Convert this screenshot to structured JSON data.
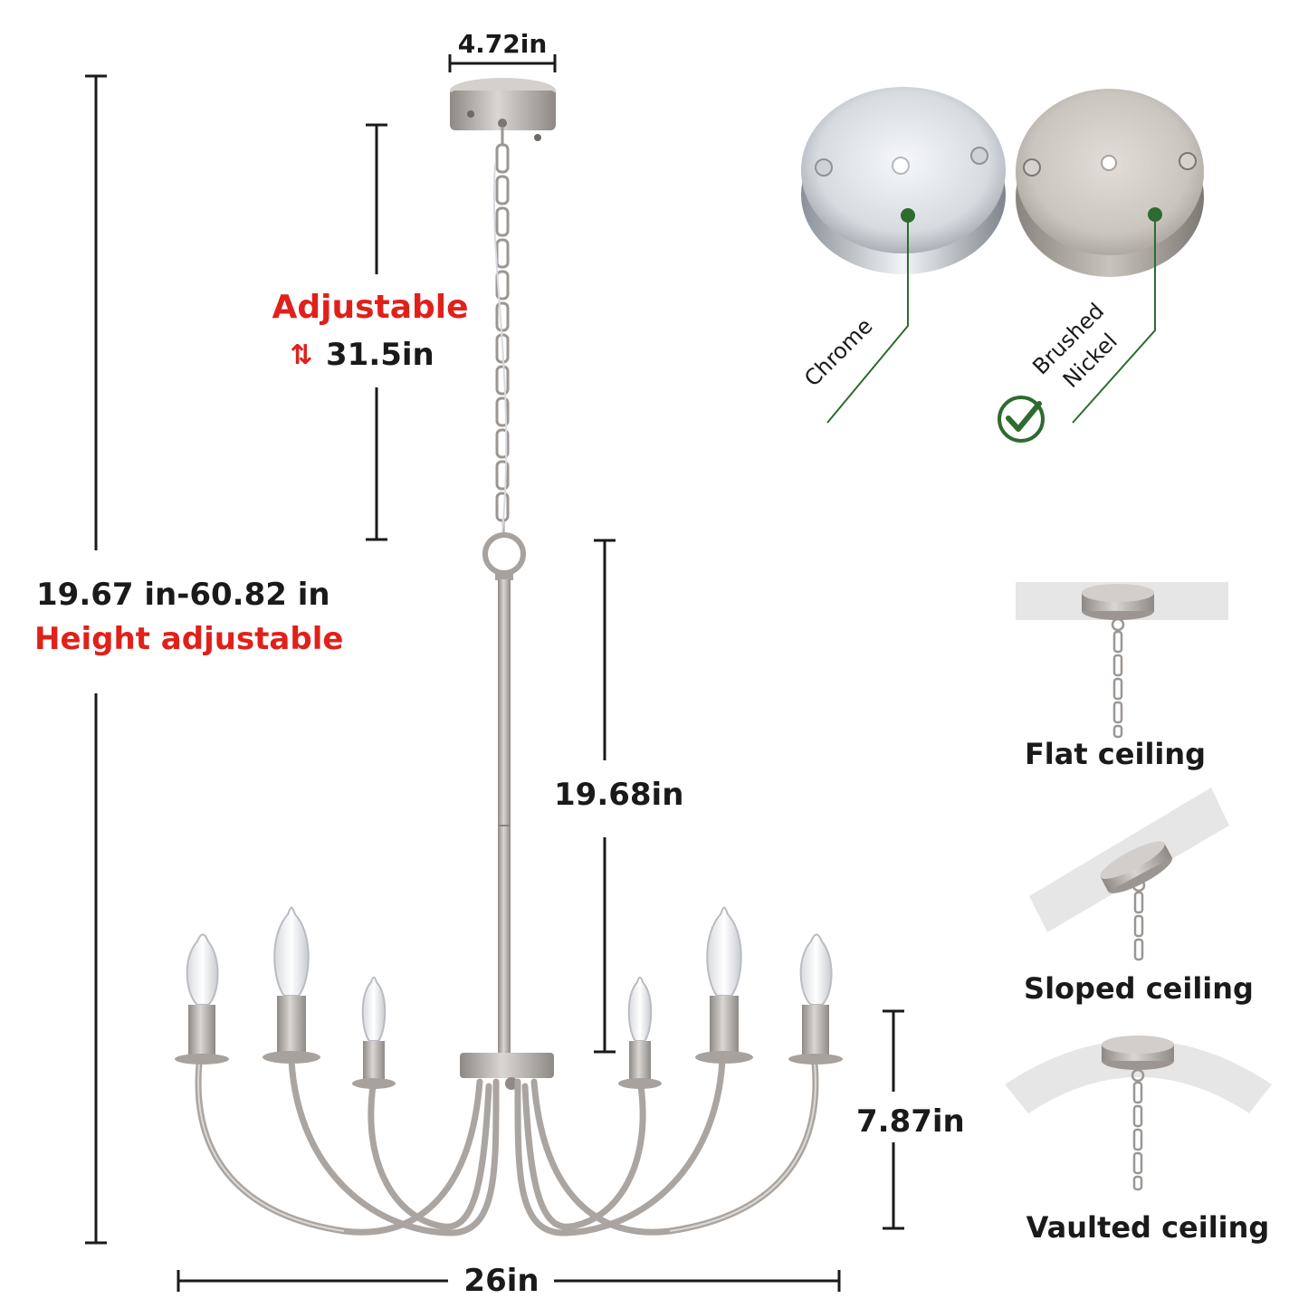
{
  "dimensions": {
    "canopy_width": "4.72in",
    "chain": {
      "title": "Adjustable",
      "arrows": "⇅",
      "value": "31.5in"
    },
    "total_height": {
      "range": "19.67 in-60.82 in",
      "caption": "Height adjustable"
    },
    "rod_length": "19.68in",
    "arm_height": "7.87in",
    "overall_width": "26in"
  },
  "finishes": [
    {
      "name": "Chrome",
      "selected": false
    },
    {
      "name_line1": "Brushed",
      "name_line2": "Nickel",
      "selected": true
    }
  ],
  "ceilings": [
    {
      "label": "Flat ceiling"
    },
    {
      "label": "Sloped ceiling"
    },
    {
      "label": "Vaulted ceiling"
    }
  ],
  "colors": {
    "metal": "#b6b1ad",
    "dimension_line": "#1a1a1a",
    "highlight_red": "#e0211b",
    "finish_green": "#2d6b2f",
    "ceiling_gray": "#e6e6e6"
  }
}
